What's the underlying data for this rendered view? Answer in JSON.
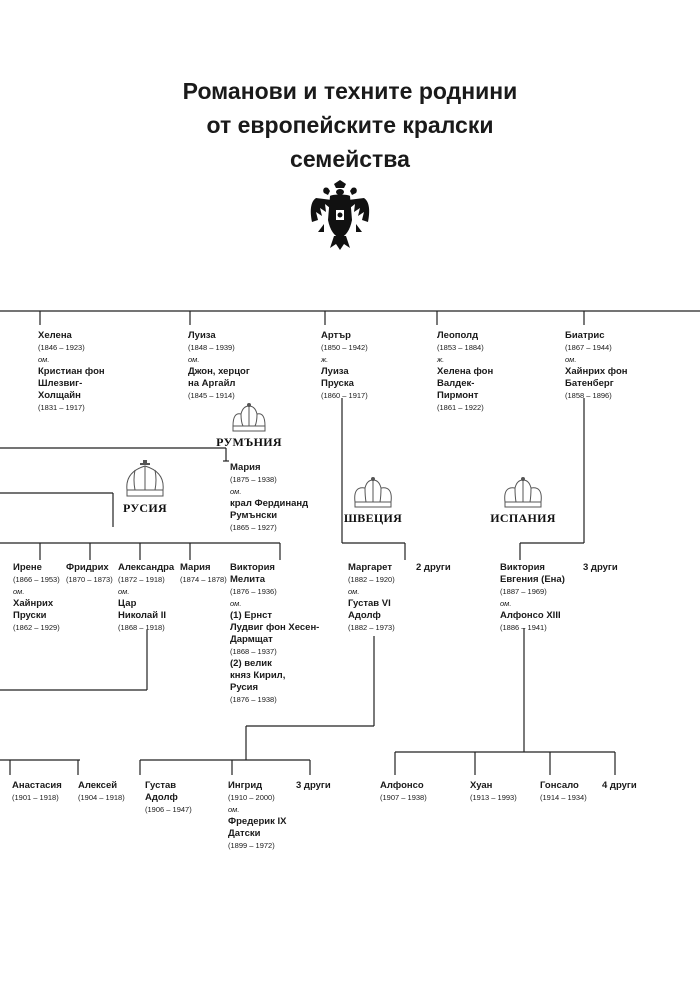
{
  "title": {
    "line1": "Романови и техните роднини",
    "line2": "от европейските кралски",
    "line3": "семейства"
  },
  "emblem_icon": "double-headed-eagle",
  "crown_icon": "crown",
  "countries": {
    "romania": "РУМЪНИЯ",
    "russia": "РУСИЯ",
    "sweden": "ШВЕЦИЯ",
    "spain": "ИСПАНИЯ"
  },
  "people": {
    "helena": {
      "name": "Хелена",
      "dates": "(1846 – 1923)",
      "marker": "ом.",
      "spouse": "Кристиан фон\nШлезвиг-\nХолщайн",
      "spouse_dates": "(1831 – 1917)"
    },
    "louise": {
      "name": "Луиза",
      "dates": "(1848 – 1939)",
      "marker": "ом.",
      "spouse": "Джон, херцог\nна Аргайл",
      "spouse_dates": "(1845 – 1914)"
    },
    "arthur": {
      "name": "Артър",
      "dates": "(1850 – 1942)",
      "marker": "ж.",
      "spouse": "Луиза\nПруска",
      "spouse_dates": "(1860 – 1917)"
    },
    "leopold": {
      "name": "Леополд",
      "dates": "(1853 – 1884)",
      "marker": "ж.",
      "spouse": "Хелена фон\nВалдек-\nПирмонт",
      "spouse_dates": "(1861 – 1922)"
    },
    "beatrice": {
      "name": "Биатрис",
      "dates": "(1867 – 1944)",
      "marker": "ом.",
      "spouse": "Хайнрих фон\nБатенберг",
      "spouse_dates": "(1858 – 1896)"
    },
    "maria_r": {
      "name": "Мария",
      "dates": "(1875 – 1938)",
      "marker": "ом.",
      "spouse": "крал Фердинанд\nРумънски",
      "spouse_dates": "(1865 – 1927)"
    },
    "irene": {
      "name": "Ирене",
      "dates": "(1866 – 1953)",
      "marker": "ом.",
      "spouse": "Хайнрих\nПруски",
      "spouse_dates": "(1862 – 1929)"
    },
    "friedrich": {
      "name": "Фридрих",
      "dates": "(1870 – 1873)"
    },
    "alexandra": {
      "name": "Александра",
      "dates": "(1872 – 1918)",
      "marker": "ом.",
      "spouse": "Цар\nНиколай II",
      "spouse_dates": "(1868 – 1918)"
    },
    "maria": {
      "name": "Мария",
      "dates": "(1874 – 1878)"
    },
    "victoria_m": {
      "name": "Виктория\nМелита",
      "dates": "(1876 – 1936)",
      "marker": "ом.",
      "spouse": "(1) Ернст\nЛудвиг фон Хесен-\nДармщат",
      "spouse_dates": "(1868 – 1937)",
      "spouse2": "(2) велик\nкняз Кирил,\nРусия",
      "spouse2_dates": "(1876 – 1938)"
    },
    "margaret": {
      "name": "Маргарет",
      "dates": "(1882 – 1920)",
      "marker": "ом.",
      "spouse": "Густав VI\nАдолф",
      "spouse_dates": "(1882 – 1973)"
    },
    "others2a": {
      "name": "2 други"
    },
    "victoria_e": {
      "name": "Виктория\nЕвгения (Ена)",
      "dates": "(1887 – 1969)",
      "marker": "ом.",
      "spouse": "Алфонсо XIII",
      "spouse_dates": "(1886 – 1941)"
    },
    "others3a": {
      "name": "3 други"
    },
    "anastasia": {
      "name": "Анастасия",
      "dates": "(1901 – 1918)"
    },
    "alexei": {
      "name": "Алексей",
      "dates": "(1904 – 1918)"
    },
    "gustav": {
      "name": "Густав\nАдолф",
      "dates": "(1906 – 1947)"
    },
    "ingrid": {
      "name": "Ингрид",
      "dates": "(1910 – 2000)",
      "marker": "ом.",
      "spouse": "Фредерик IX\nДатски",
      "spouse_dates": "(1899 – 1972)"
    },
    "others3b": {
      "name": "3 други"
    },
    "alfonso": {
      "name": "Алфонсо",
      "dates": "(1907 – 1938)"
    },
    "juan": {
      "name": "Хуан",
      "dates": "(1913 – 1993)"
    },
    "gonzalo": {
      "name": "Гонсало",
      "dates": "(1914 – 1934)"
    },
    "others4": {
      "name": "4 други"
    }
  }
}
